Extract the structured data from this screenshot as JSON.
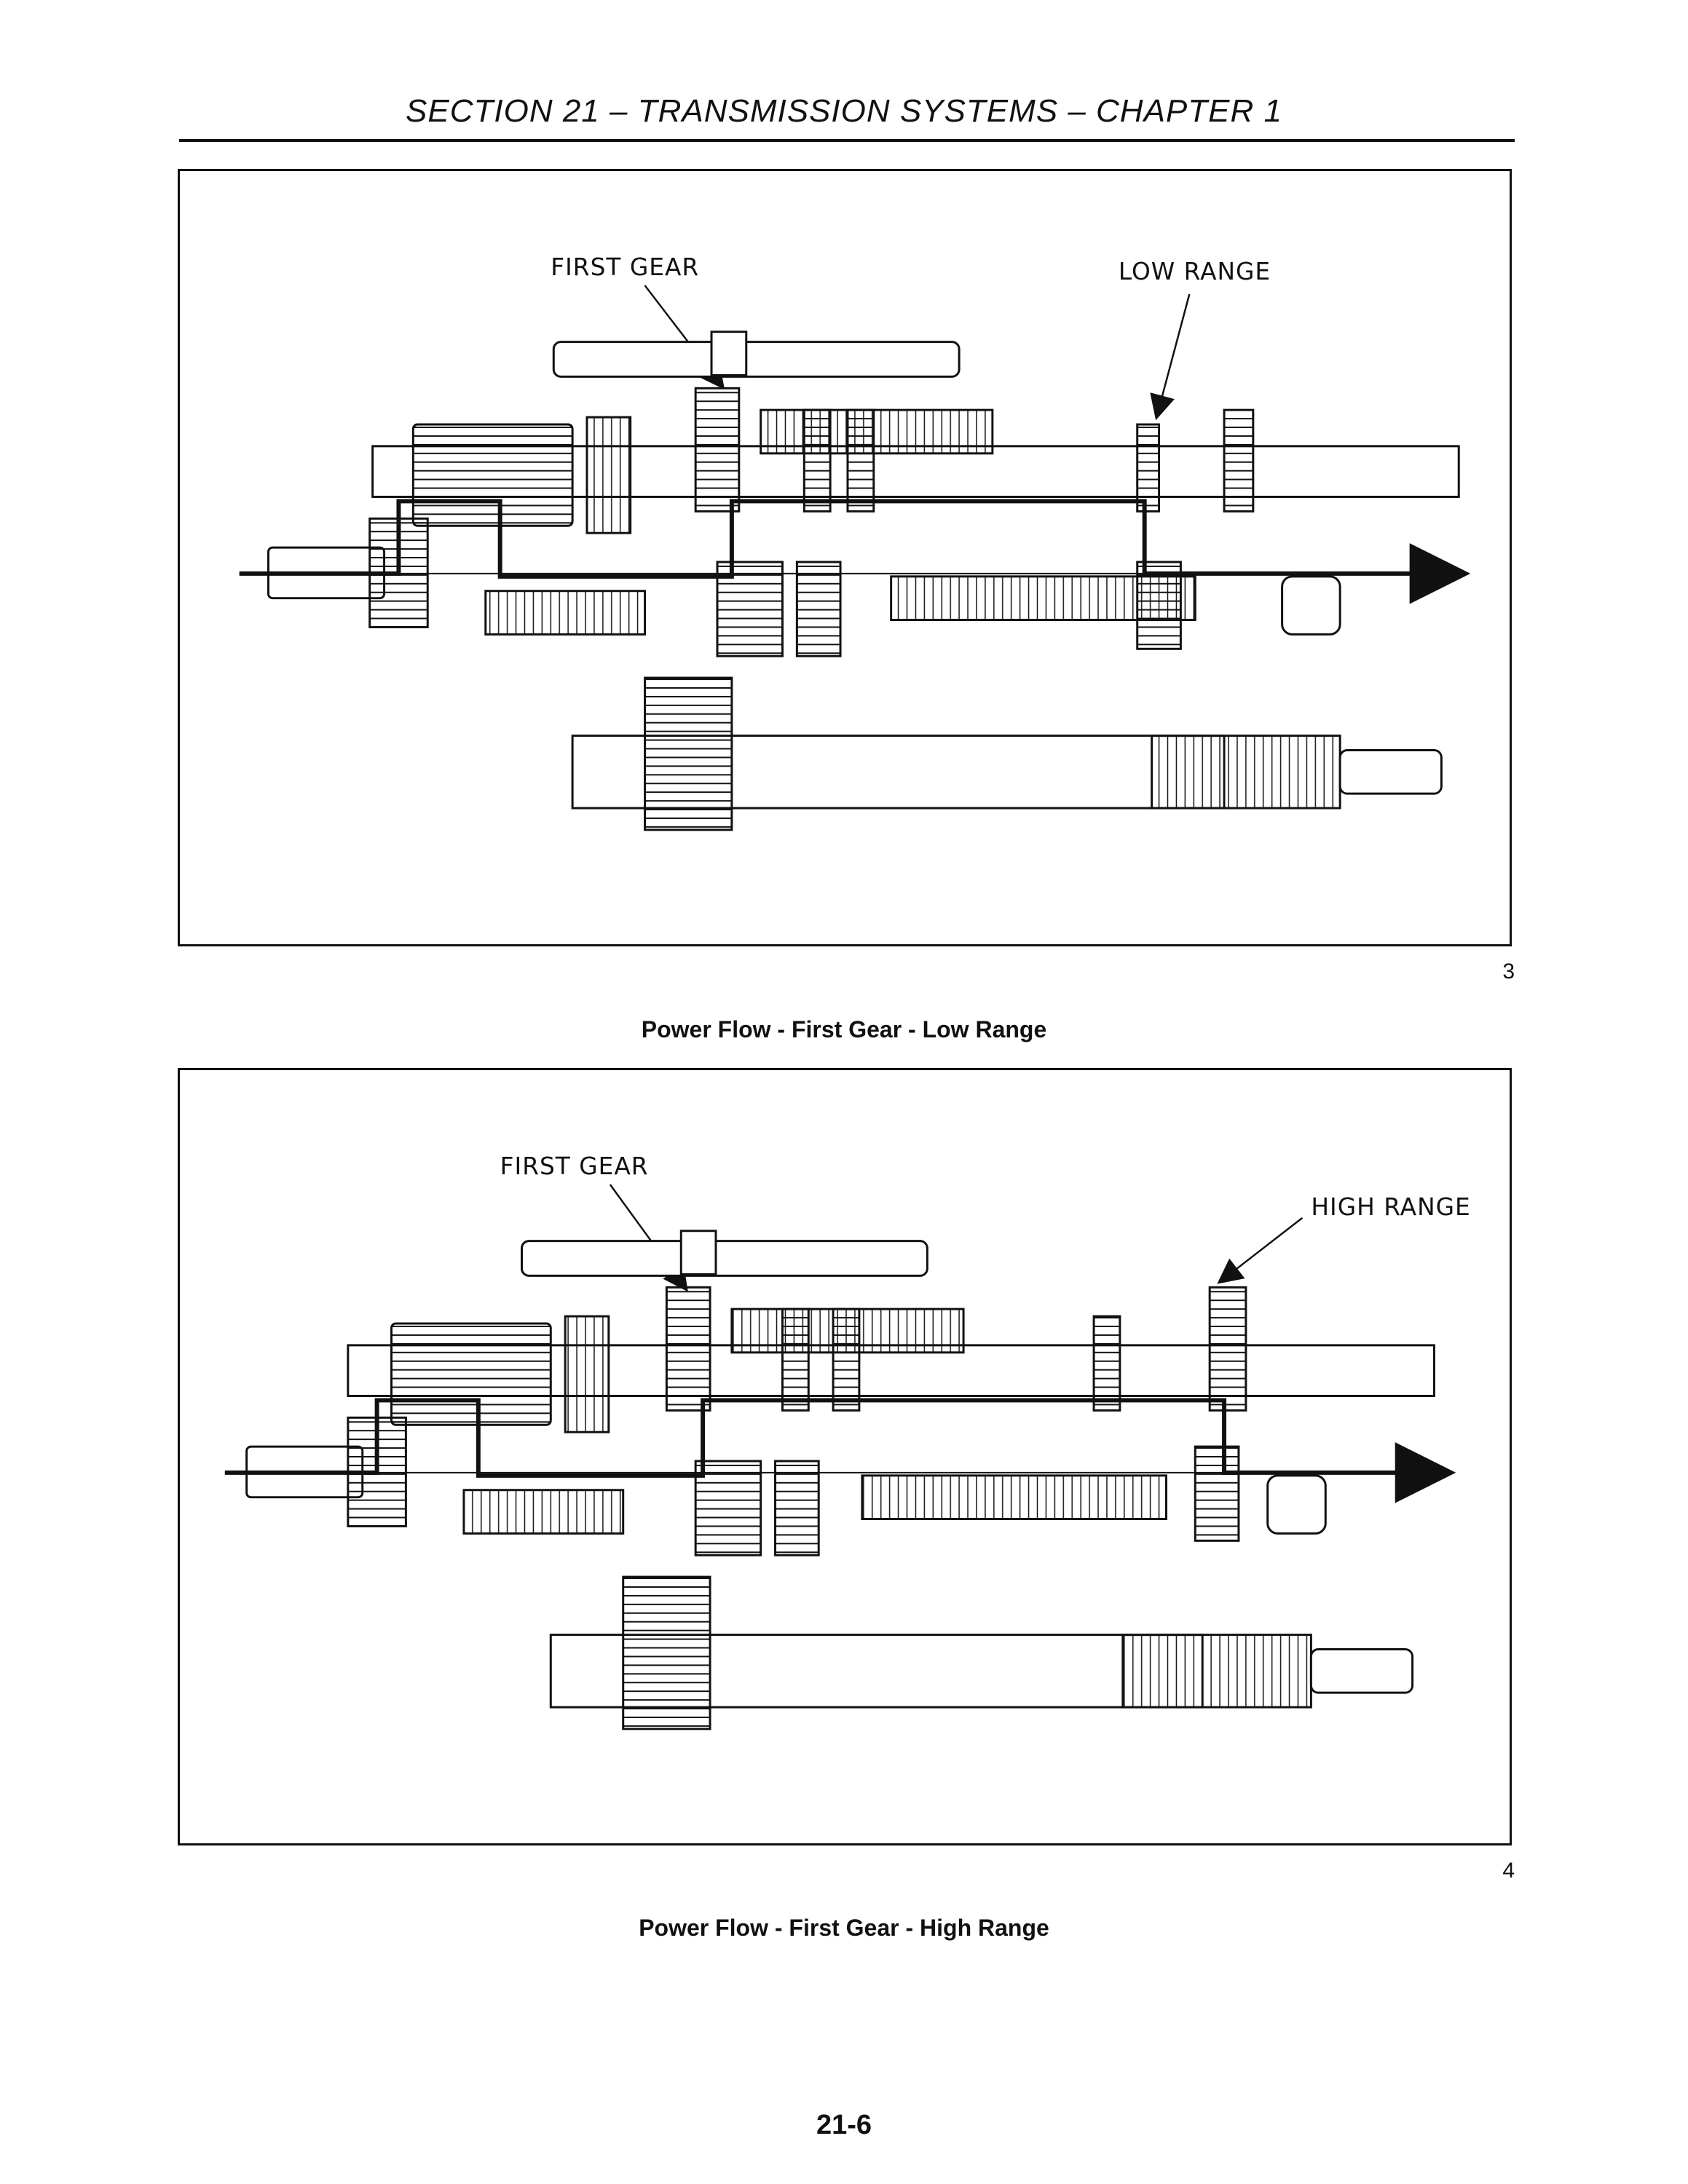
{
  "header": {
    "title": "SECTION 21 – TRANSMISSION SYSTEMS – CHAPTER 1"
  },
  "figures": [
    {
      "label_gear": "FIRST GEAR",
      "label_range": "LOW RANGE",
      "number": "3",
      "caption": "Power Flow - First Gear - Low Range"
    },
    {
      "label_gear": "FIRST GEAR",
      "label_range": "HIGH RANGE",
      "number": "4",
      "caption": "Power Flow - First Gear - High Range"
    }
  ],
  "page_number": "21-6",
  "colors": {
    "ink": "#111111",
    "paper": "#ffffff"
  }
}
